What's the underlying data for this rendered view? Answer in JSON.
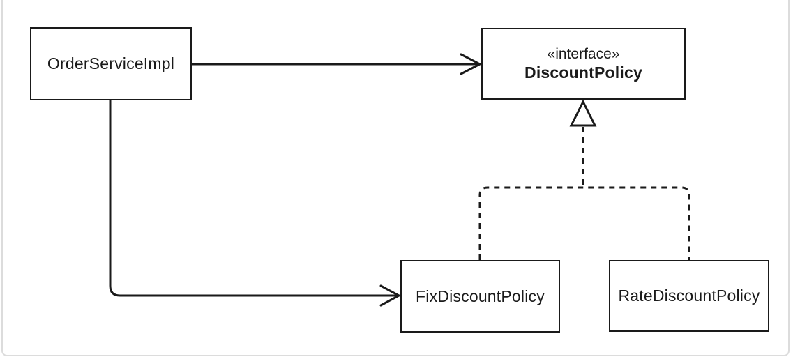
{
  "frame": {
    "background": "#ffffff",
    "border_color": "#dcdcdc"
  },
  "diagram": {
    "type": "uml-class-diagram",
    "nodes": {
      "order_service": {
        "label": "OrderServiceImpl"
      },
      "discount_policy": {
        "stereotype": "«interface»",
        "label": "DiscountPolicy"
      },
      "fix_discount": {
        "label": "FixDiscountPolicy"
      },
      "rate_discount": {
        "label": "RateDiscountPolicy"
      }
    },
    "edges": [
      {
        "from": "OrderServiceImpl",
        "to": "DiscountPolicy",
        "style": "solid",
        "arrowhead": "open"
      },
      {
        "from": "OrderServiceImpl",
        "to": "FixDiscountPolicy",
        "style": "solid",
        "arrowhead": "open"
      },
      {
        "from": "FixDiscountPolicy",
        "to": "DiscountPolicy",
        "style": "dashed",
        "arrowhead": "hollow-triangle"
      },
      {
        "from": "RateDiscountPolicy",
        "to": "DiscountPolicy",
        "style": "dashed",
        "arrowhead": "hollow-triangle"
      }
    ],
    "colors": {
      "line": "#1a1a1a",
      "node_background": "#ffffff",
      "node_border": "#1a1a1a"
    }
  }
}
